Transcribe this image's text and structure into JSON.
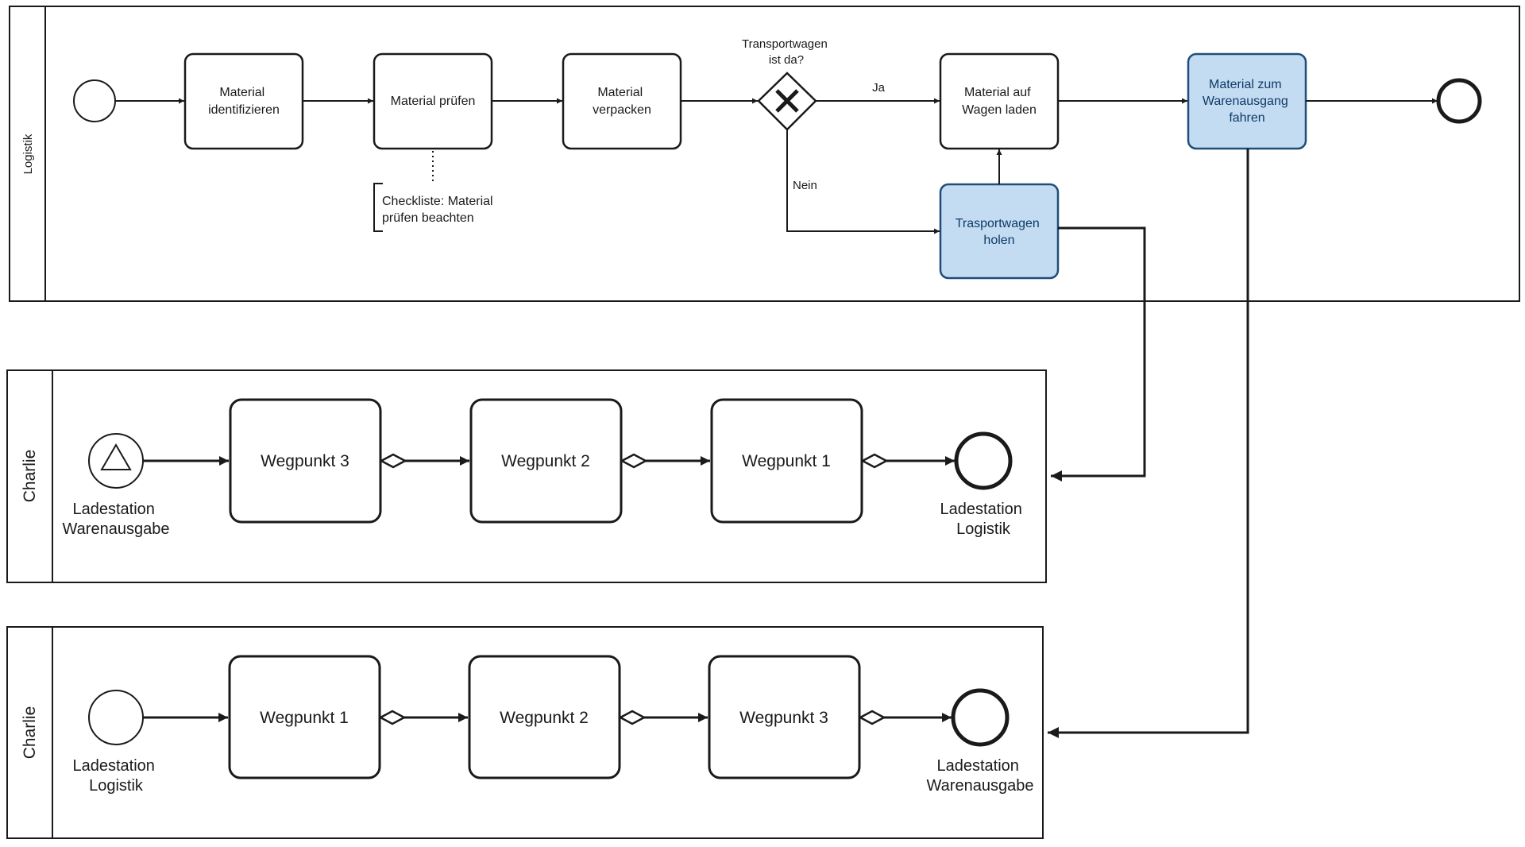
{
  "pools": {
    "logistik": {
      "label": "Logistik"
    },
    "charlie1": {
      "label": "Charlie"
    },
    "charlie2": {
      "label": "Charlie"
    }
  },
  "logistik": {
    "task_identify": [
      "Material",
      "identifizieren"
    ],
    "task_check": "Material prüfen",
    "task_pack": [
      "Material",
      "verpacken"
    ],
    "gateway_label": [
      "Transportwagen",
      "ist da?"
    ],
    "flow_yes": "Ja",
    "flow_no": "Nein",
    "task_load": [
      "Material auf",
      "Wagen laden"
    ],
    "task_fetch": [
      "Trasportwagen",
      "holen"
    ],
    "task_drive": [
      "Material zum",
      "Warenausgang",
      "fahren"
    ],
    "annotation": [
      "Checkliste: Material",
      "prüfen beachten"
    ]
  },
  "charlie1": {
    "start_label": [
      "Ladestation",
      "Warenausgabe"
    ],
    "tasks": [
      "Wegpunkt 3",
      "Wegpunkt 2",
      "Wegpunkt 1"
    ],
    "end_label": [
      "Ladestation",
      "Logistik"
    ]
  },
  "charlie2": {
    "start_label": [
      "Ladestation",
      "Logistik"
    ],
    "tasks": [
      "Wegpunkt 1",
      "Wegpunkt 2",
      "Wegpunkt 3"
    ],
    "end_label": [
      "Ladestation",
      "Warenausgabe"
    ]
  },
  "colors": {
    "highlight_fill": "#c4dcf2",
    "highlight_stroke": "#1f4e79",
    "highlight_text": "#0d3a66",
    "stroke": "#1a1a1a"
  }
}
